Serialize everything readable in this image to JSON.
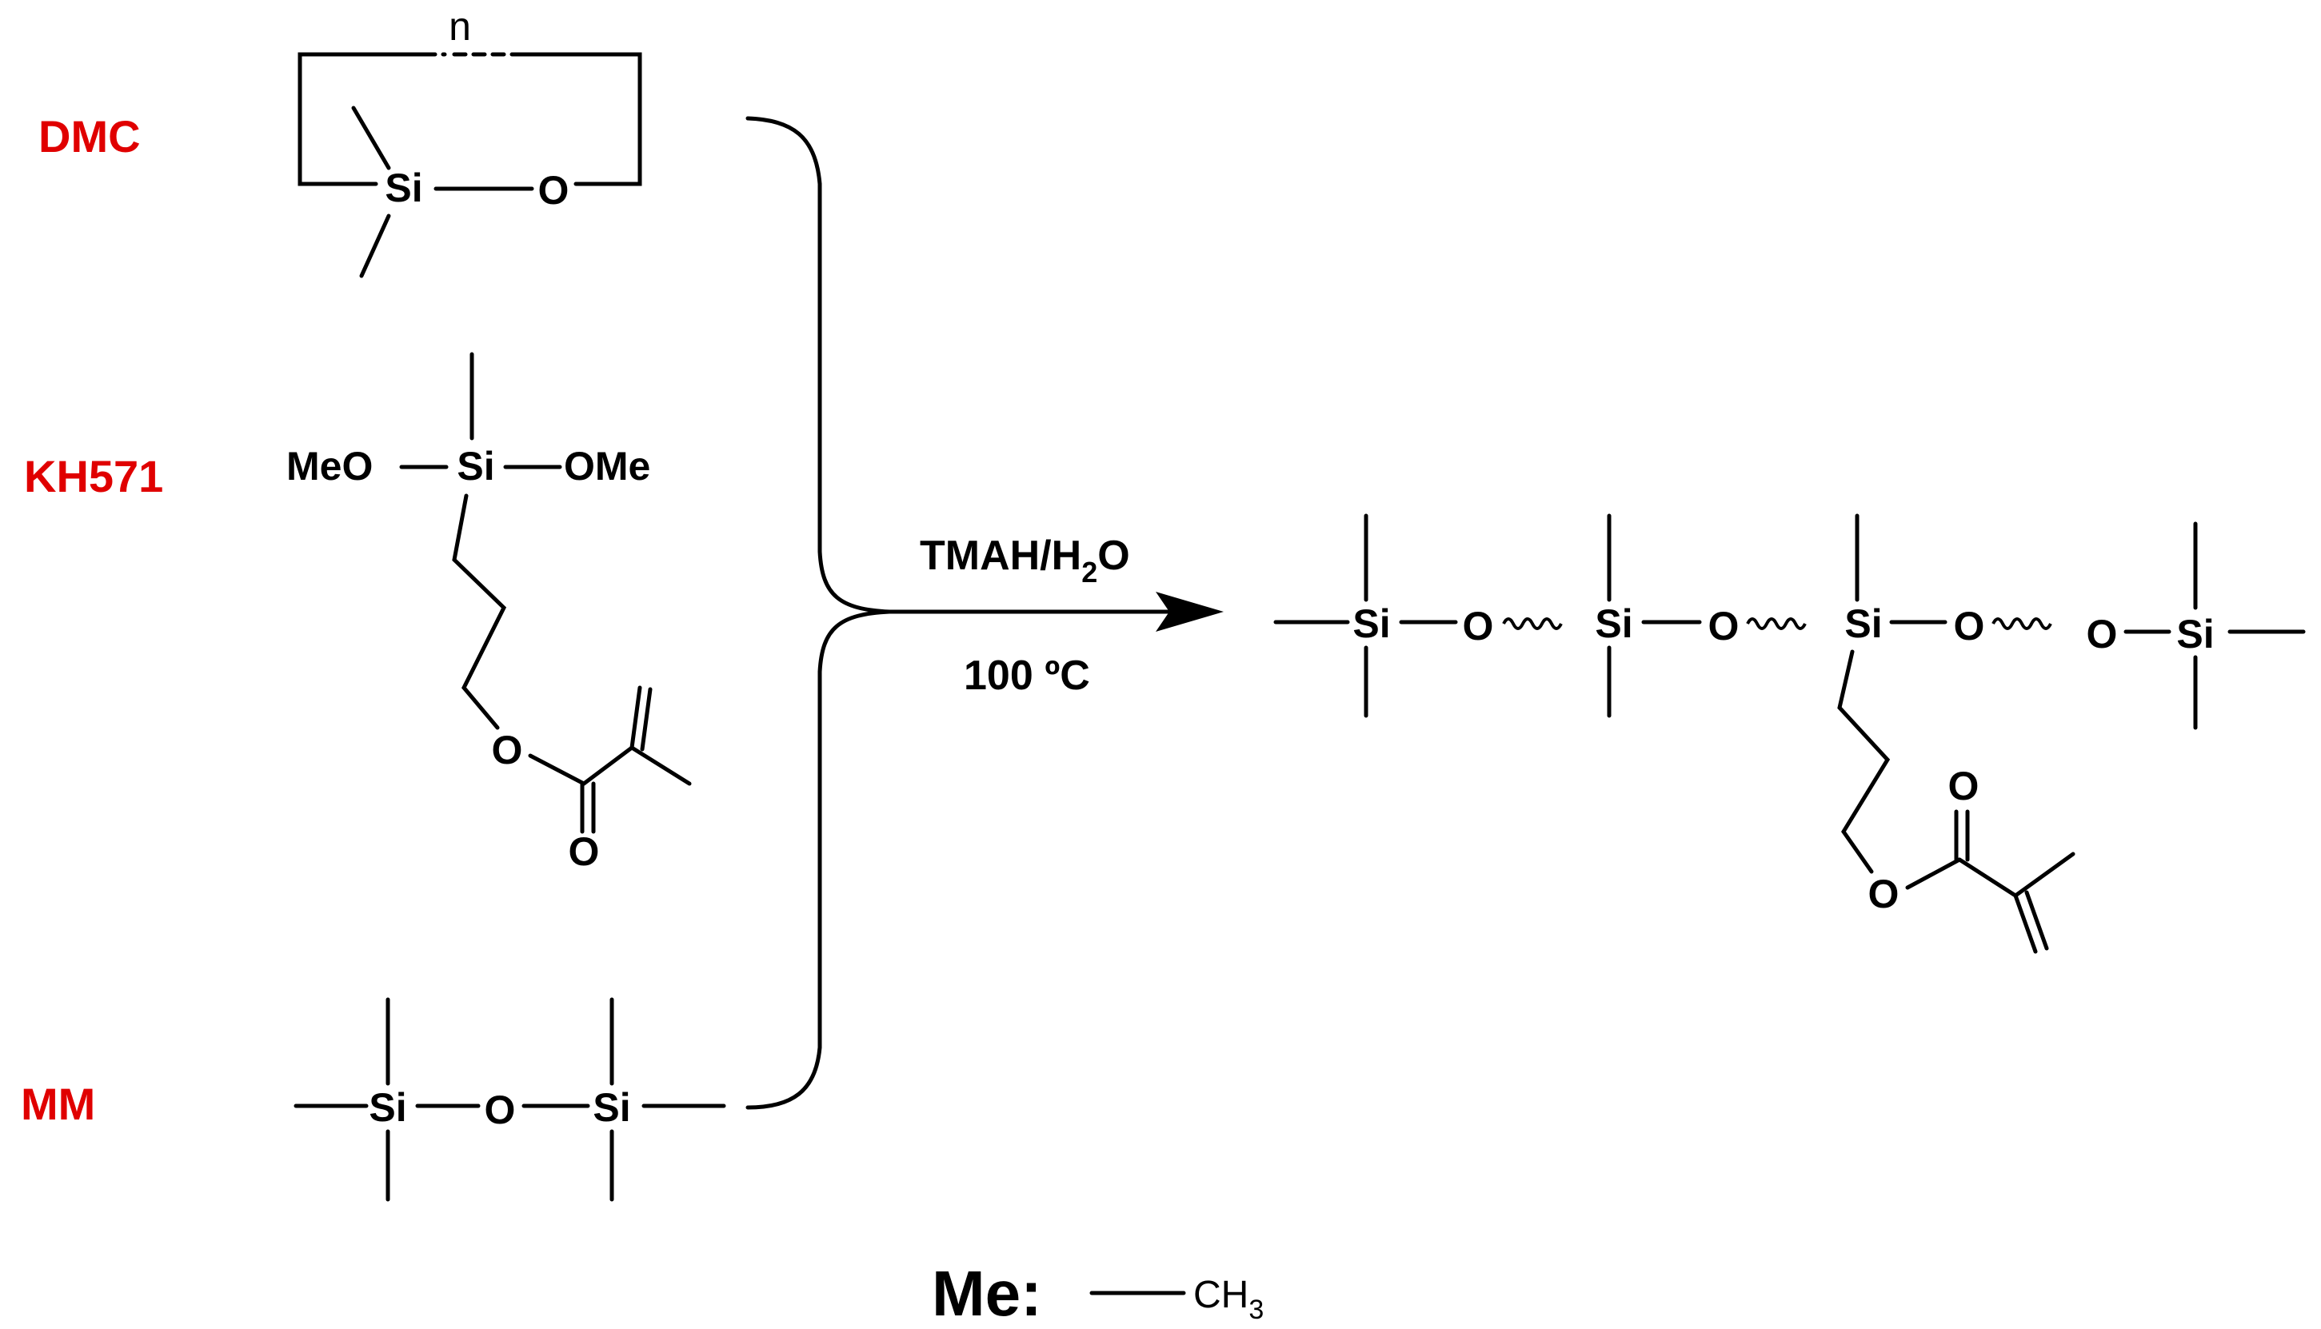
{
  "labels": {
    "dmc": "DMC",
    "kh571": "KH571",
    "mm": "MM"
  },
  "atoms": {
    "si": "Si",
    "o": "O",
    "n": "n",
    "meo": "MeO",
    "ome": "OMe"
  },
  "conditions": {
    "reagent_main": "TMAH/H",
    "reagent_sub": "2",
    "reagent_tail": "O",
    "temperature": "100 ºC"
  },
  "legend": {
    "key": "Me:",
    "value_main": "CH",
    "value_sub": "3"
  },
  "colors": {
    "label_color": "#e00000",
    "structure_color": "#000000"
  }
}
